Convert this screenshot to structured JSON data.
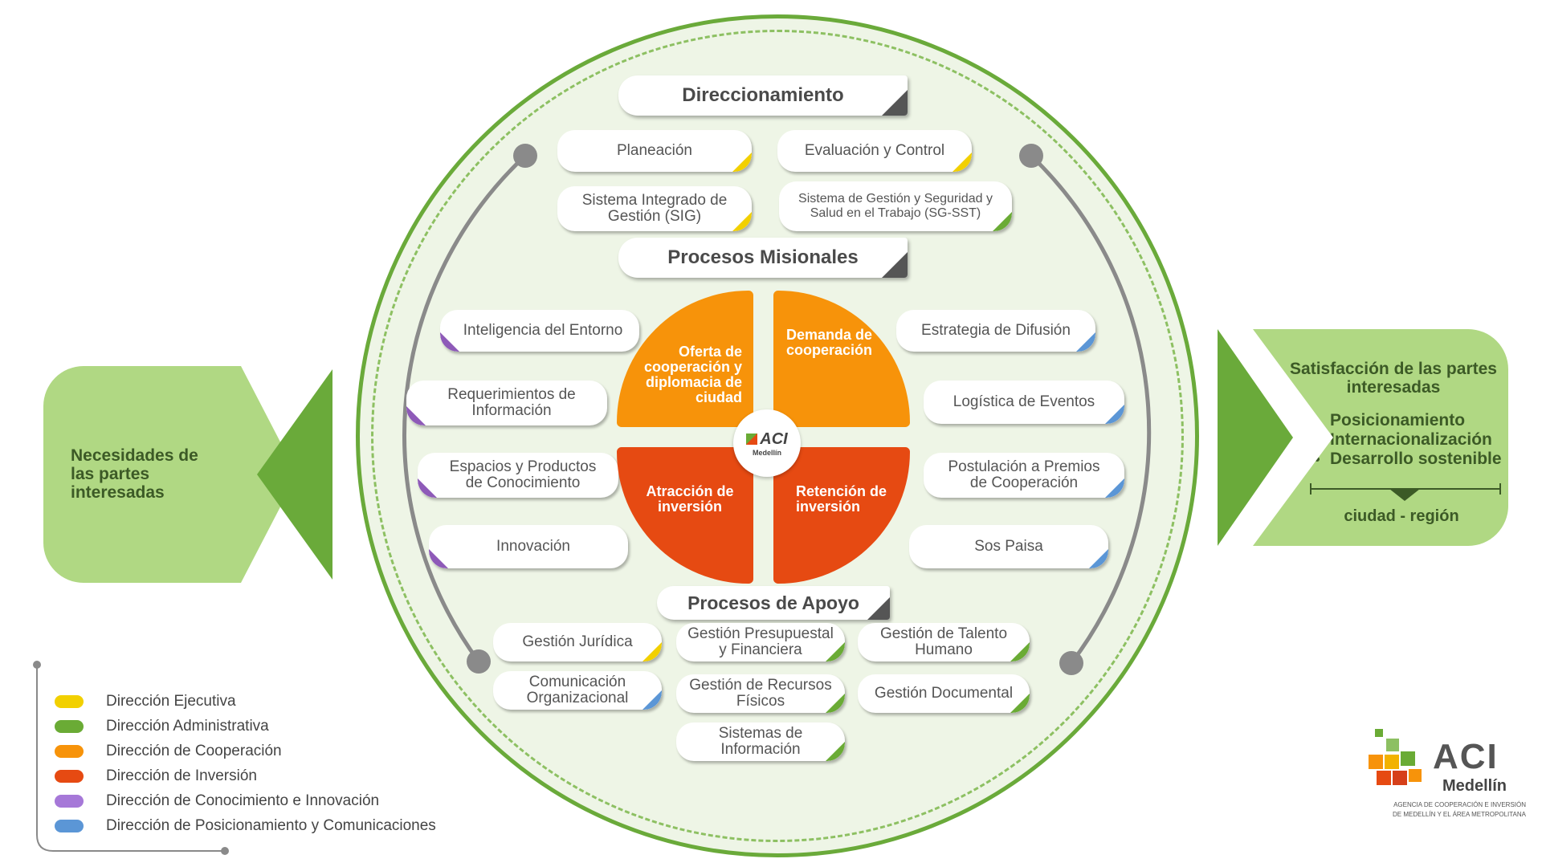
{
  "colors": {
    "direccion_ejecutiva": "#f2d000",
    "direccion_administrativa": "#6aab35",
    "direccion_cooperacion": "#f7930a",
    "direccion_inversion": "#e64a12",
    "direccion_conocimiento": "#8e5ab8",
    "direccion_posicionamiento": "#5b96d6",
    "panel_green": "#b0d883",
    "arrow_green": "#6aaa3a"
  },
  "sections": {
    "direccionamiento": "Direccionamiento",
    "misionales": "Procesos Misionales",
    "apoyo": "Procesos de Apoyo"
  },
  "direccionamiento_items": [
    {
      "label": "Planeación",
      "color": "yellow"
    },
    {
      "label": "Evaluación y Control",
      "color": "yellow"
    },
    {
      "label": "Sistema Integrado de Gestión (SIG)",
      "color": "yellow"
    },
    {
      "label": "Sistema de Gestión y Seguridad y Salud en el Trabajo (SG-SST)",
      "color": "green"
    }
  ],
  "quadrants": {
    "oferta": "Oferta de cooperación y diplomacia de ciudad",
    "demanda": "Demanda de cooperación",
    "atraccion": "Atracción de inversión",
    "retencion": "Retención de inversión"
  },
  "misionales_left": [
    {
      "label": "Inteligencia del Entorno",
      "color": "purple"
    },
    {
      "label": "Requerimientos de Información",
      "color": "purple"
    },
    {
      "label": "Espacios y Productos de Conocimiento",
      "color": "purple"
    },
    {
      "label": "Innovación",
      "color": "purple"
    }
  ],
  "misionales_right": [
    {
      "label": "Estrategia de Difusión",
      "color": "blue"
    },
    {
      "label": "Logística de Eventos",
      "color": "blue"
    },
    {
      "label": "Postulación a Premios de Cooperación",
      "color": "blue"
    },
    {
      "label": "Sos Paisa",
      "color": "blue"
    }
  ],
  "apoyo_items": [
    {
      "label": "Gestión Jurídica",
      "color": "yellow"
    },
    {
      "label": "Gestión Presupuestal y Financiera",
      "color": "green"
    },
    {
      "label": "Gestión de Talento Humano",
      "color": "green"
    },
    {
      "label": "Comunicación Organizacional",
      "color": "blue"
    },
    {
      "label": "Gestión de Recursos Físicos",
      "color": "green"
    },
    {
      "label": "Gestión Documental",
      "color": "green"
    },
    {
      "label": "Sistemas de Información",
      "color": "green"
    }
  ],
  "left_panel": {
    "text": "Necesidades de las partes interesadas"
  },
  "right_panel": {
    "title": "Satisfacción de las partes interesadas",
    "bullets": [
      "Posicionamiento",
      "Internacionalización",
      "Desarrollo sostenible"
    ],
    "footer": "ciudad - región"
  },
  "legend": [
    {
      "label": "Dirección Ejecutiva",
      "color": "#f2d000"
    },
    {
      "label": "Dirección Administrativa",
      "color": "#6aab35"
    },
    {
      "label": "Dirección de Cooperación",
      "color": "#f7930a"
    },
    {
      "label": "Dirección de Inversión",
      "color": "#e64a12"
    },
    {
      "label": "Dirección de Conocimiento e Innovación",
      "color": "#a678d8"
    },
    {
      "label": "Dirección de Posicionamiento y Comunicaciones",
      "color": "#5b96d6"
    }
  ],
  "center_logo": {
    "main": "ACI",
    "sub": "Medellín"
  },
  "brand": {
    "main": "ACI",
    "sub": "Medellín",
    "tagline_1": "AGENCIA DE COOPERACIÓN E INVERSIÓN",
    "tagline_2": "DE MEDELLÍN Y EL ÁREA METROPOLITANA"
  }
}
